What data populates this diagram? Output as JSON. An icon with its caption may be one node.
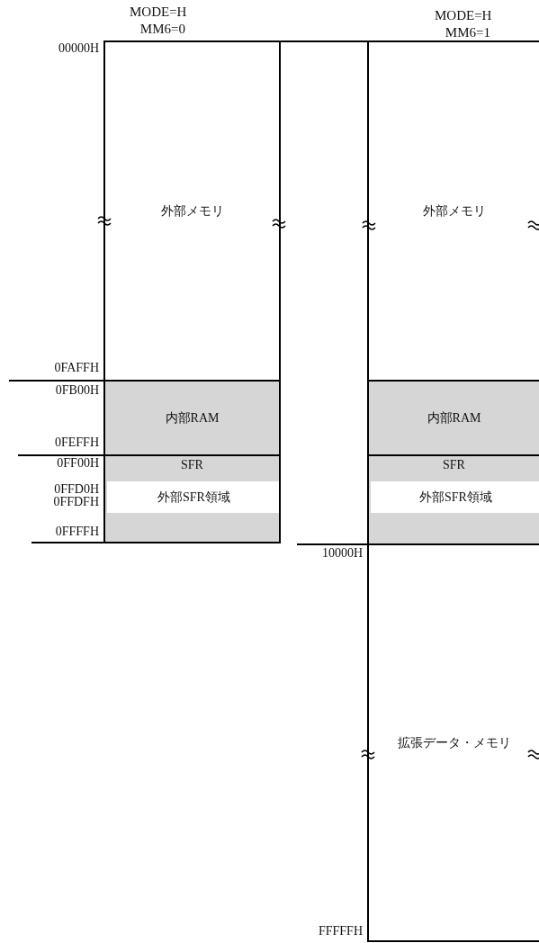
{
  "diagram": {
    "nodes": [
      {
        "text": [
          "外部メモリ"
        ]
      },
      {
        "text": [
          "内部RAM"
        ]
      },
      {
        "text": [
          "SFR"
        ]
      },
      {
        "text": [
          "外部SFR領域"
        ],
        "in": 2
      },
      {
        "text": [
          "外部メモリ"
        ]
      },
      {
        "text": [
          "内部RAM"
        ]
      },
      {
        "text": [
          "SFR"
        ]
      },
      {
        "text": [
          "外部SFR領域"
        ],
        "in": 6
      },
      {
        "text": [
          "拡張データ・メモリ"
        ]
      }
    ],
    "edges": [],
    "labels": [
      "MODE=H MM6=0",
      "MODE=H MM6=1",
      "00000H",
      "0FAFFH",
      "0FB00H",
      "0FEFFH",
      "0FF00H",
      "0FFD0H",
      "0FFDFH",
      "0FFFFH",
      "10000H",
      "FFFFFH"
    ]
  }
}
